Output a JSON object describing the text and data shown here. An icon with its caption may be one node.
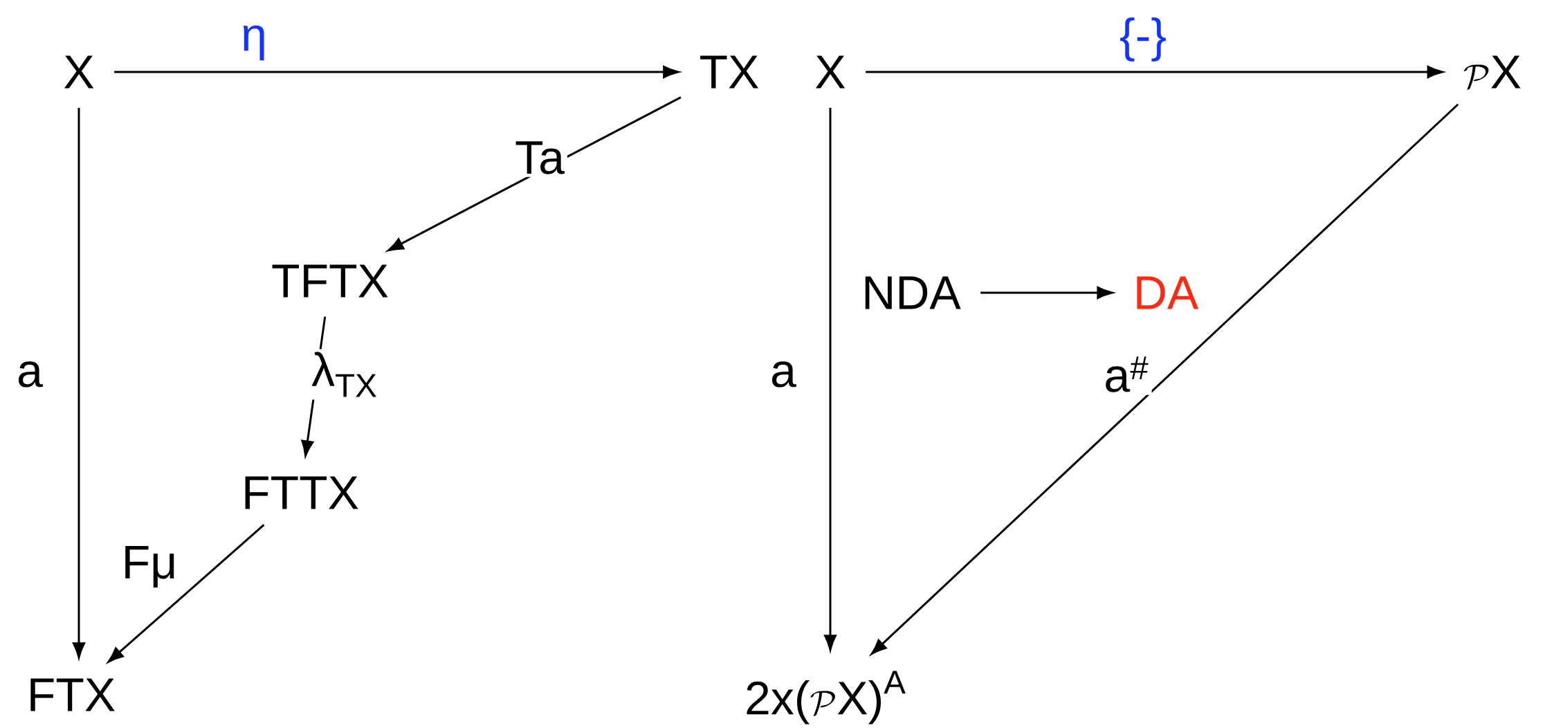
{
  "diagram": {
    "nodes": [
      {
        "text": [
          "X"
        ]
      },
      {
        "text": [
          "TX"
        ]
      },
      {
        "text": [
          "X"
        ]
      },
      {
        "text": [
          "\\mathcal{P}\\text{X}"
        ]
      },
      {
        "text": [
          "TFTX"
        ]
      },
      {
        "text": [
          "FTTX"
        ]
      },
      {
        "text": [
          "FTX"
        ]
      },
      {
        "text": [
          "NDA"
        ]
      },
      {
        "text": [
          "DA"
        ]
      },
      {
        "text": [
          "\\text{2x(}\\mathcal{P}\\text{X)}^{\\text{A}}"
        ]
      }
    ],
    "edges": [
      {
        "from": 0,
        "to": 1,
        "arrow": "to",
        "label": "η"
      },
      {
        "from": 1,
        "to": 4,
        "arrow": "to",
        "label": "Ta"
      },
      {
        "from": 4,
        "to": 5,
        "arrow": "to",
        "label": "λ$_{TX}$"
      },
      {
        "from": 5,
        "to": 6,
        "arrow": "to",
        "label": "Fμ"
      },
      {
        "from": 0,
        "to": 6,
        "arrow": "to",
        "label": "a"
      },
      {
        "from": 2,
        "to": 3,
        "arrow": "to",
        "label": "{-}"
      },
      {
        "from": 2,
        "to": 9,
        "arrow": "to",
        "label": "a"
      },
      {
        "from": 3,
        "to": 9,
        "arrow": "to",
        "label": "a$^{#}$"
      },
      {
        "from": 7,
        "to": 8,
        "arrow": "to"
      }
    ]
  }
}
